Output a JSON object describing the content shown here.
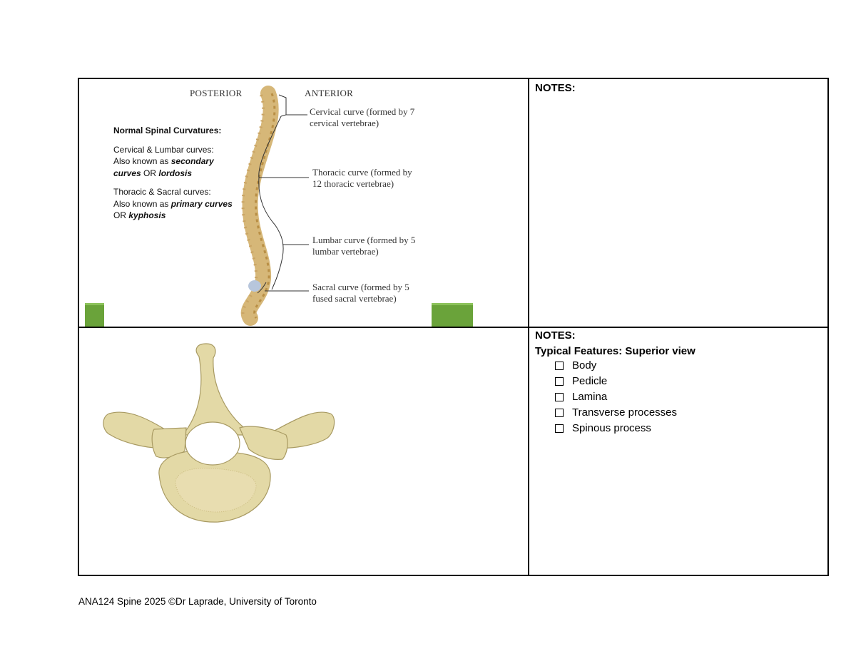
{
  "spine_figure": {
    "posterior_label": "POSTERIOR",
    "anterior_label": "ANTERIOR",
    "curves": [
      {
        "line1": "Cervical curve (formed by 7",
        "line2": "cervical vertebrae)"
      },
      {
        "line1": "Thoracic curve (formed by",
        "line2": "12 thoracic vertebrae)"
      },
      {
        "line1": "Lumbar curve (formed by 5",
        "line2": "lumbar vertebrae)"
      },
      {
        "line1": "Sacral curve (formed by 5",
        "line2": "fused sacral vertebrae)"
      }
    ],
    "sidebar": {
      "heading": "Normal Spinal Curvatures:",
      "secondary_intro": "Cervical & Lumbar curves:",
      "secondary_prefix": "Also known as ",
      "secondary_term": "secondary",
      "secondary_term2": "curves",
      "secondary_or": " OR ",
      "secondary_alt": "lordosis",
      "primary_intro": "Thoracic & Sacral curves:",
      "primary_prefix": "Also known as ",
      "primary_term": "primary curves",
      "primary_or": "OR ",
      "primary_alt": "kyphosis"
    }
  },
  "notes_top": {
    "title": "NOTES:"
  },
  "notes_bottom": {
    "title": "NOTES:",
    "features_heading": "Typical Features: Superior view",
    "features": [
      "Body",
      "Pedicle",
      "Lamina",
      "Transverse processes",
      "Spinous process"
    ]
  },
  "colors": {
    "accent_green": "#6aa33a",
    "bone": "#e3d9a6"
  },
  "footer": {
    "text": "ANA124 Spine 2025 ©Dr Laprade, University of Toronto"
  }
}
